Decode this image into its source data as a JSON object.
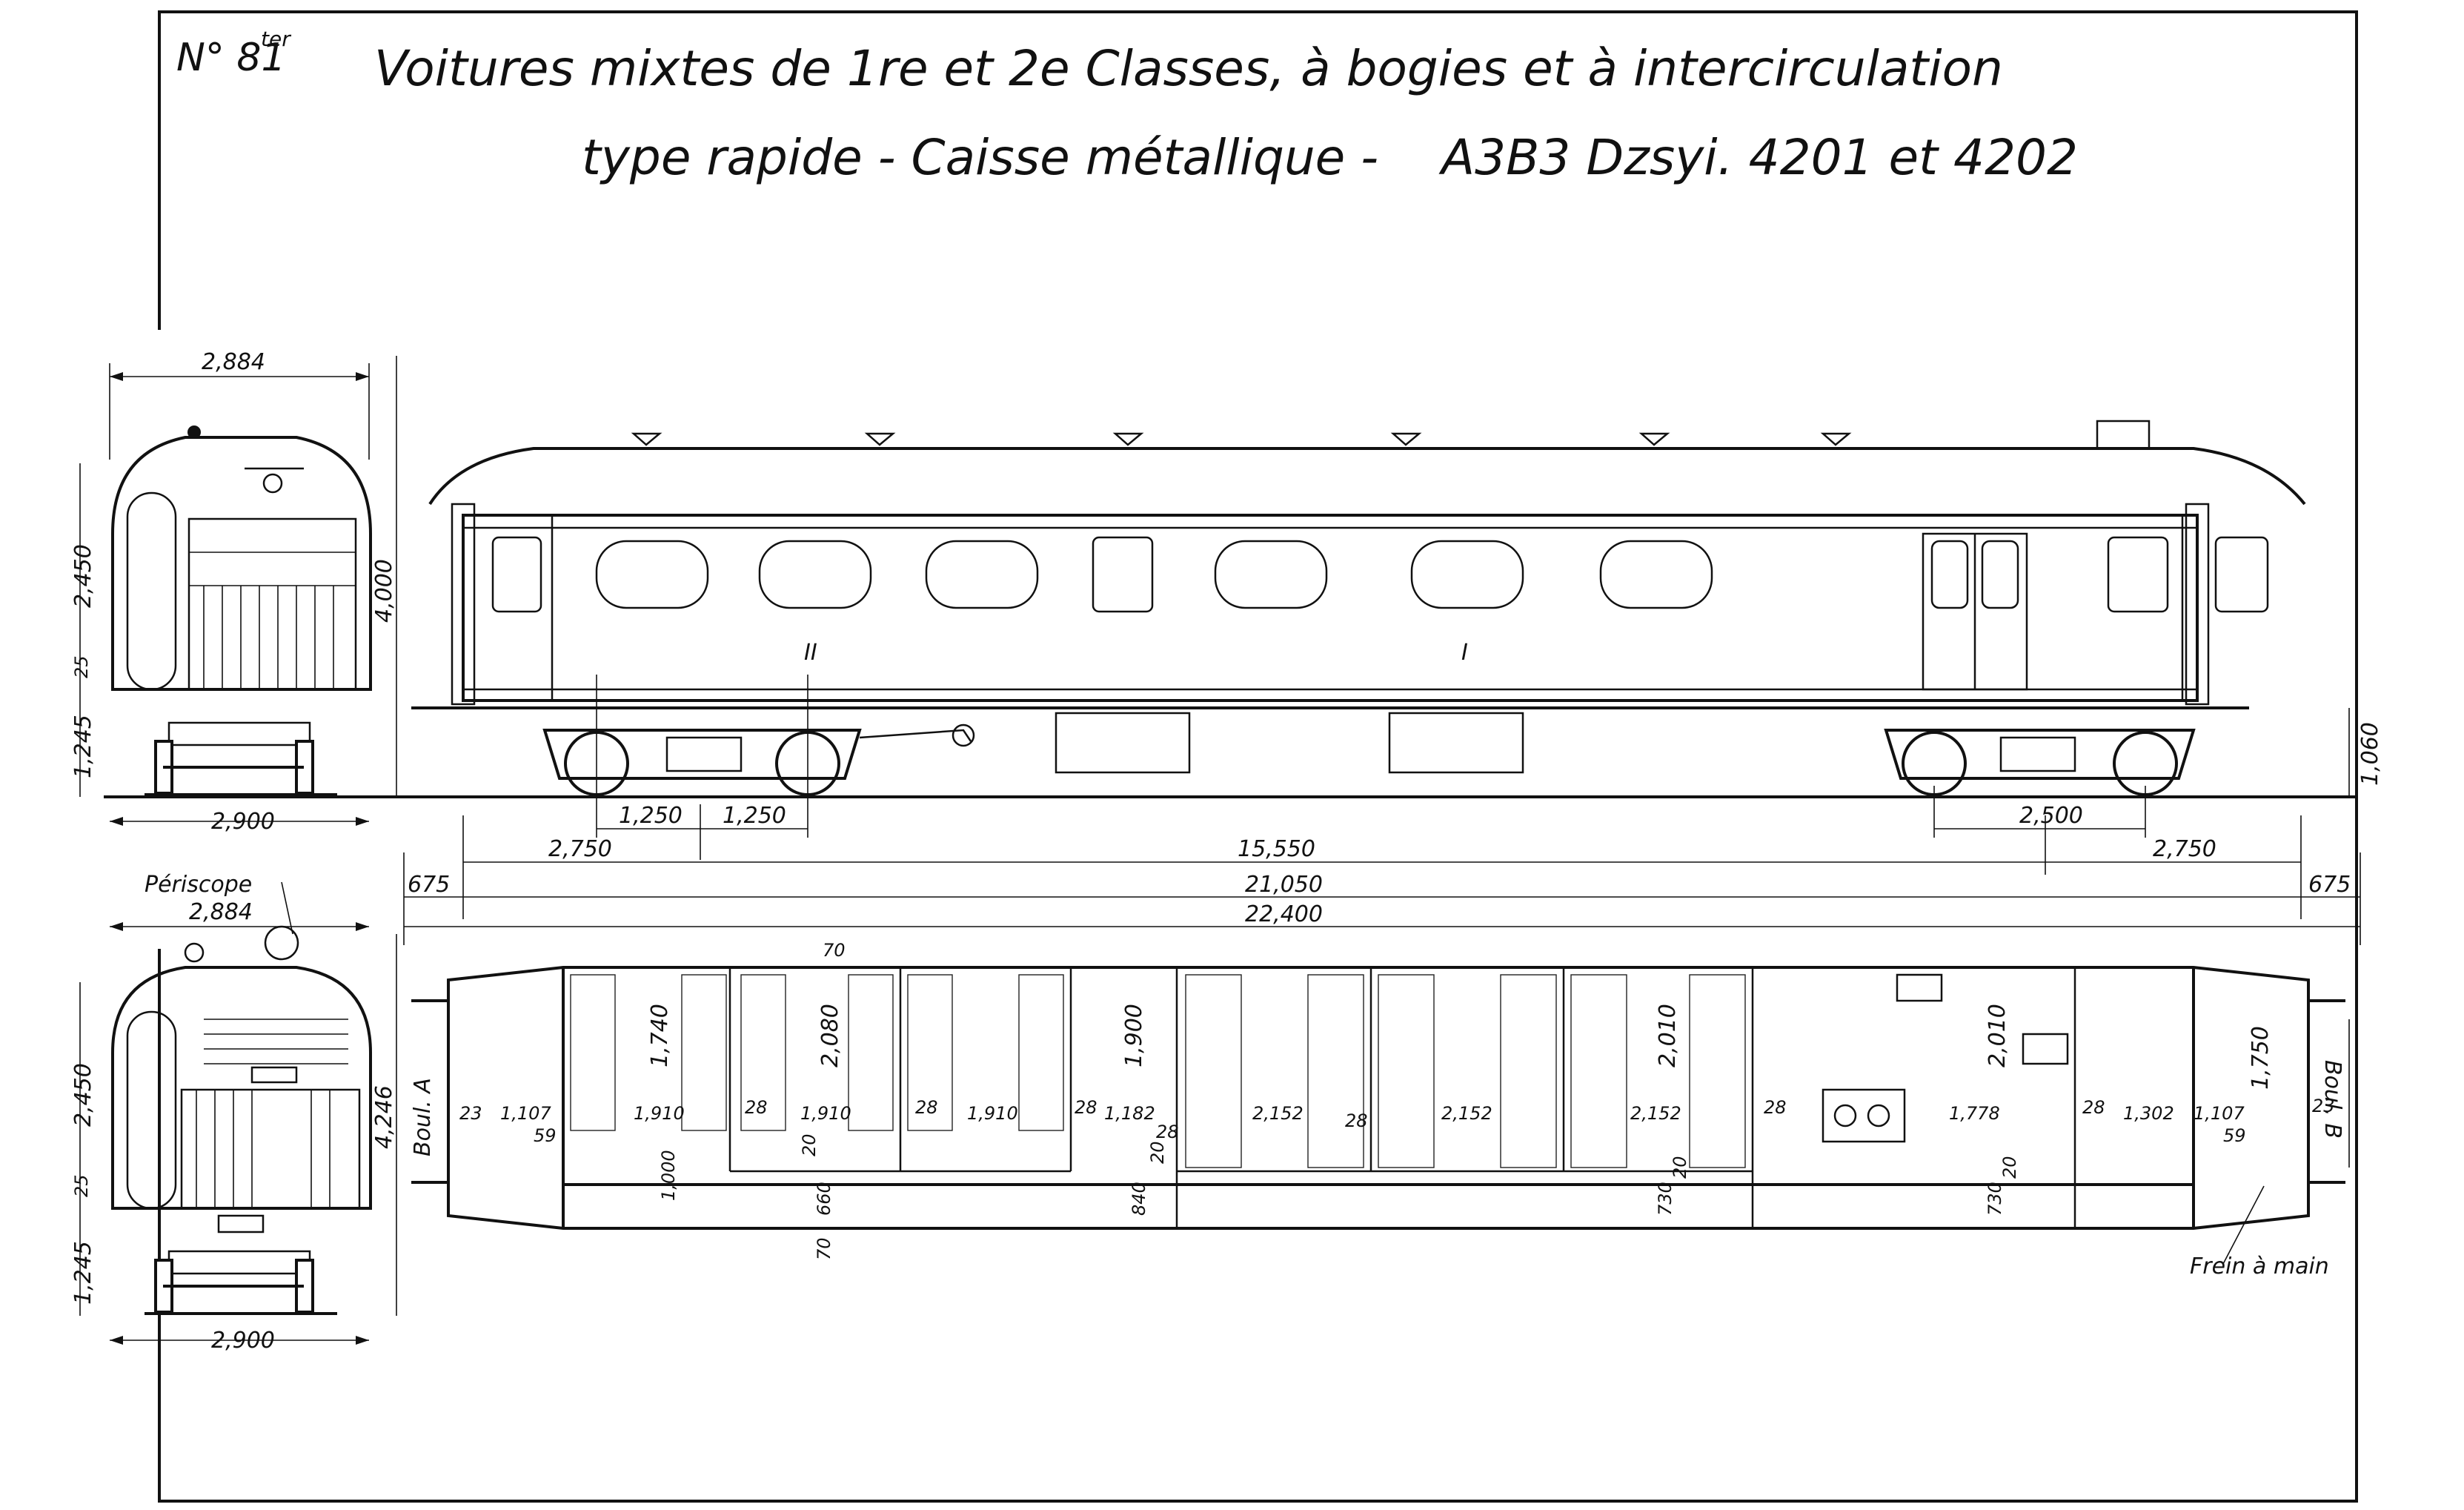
{
  "sheet": {
    "plate_number": "N° 81",
    "plate_suffix": "ter",
    "title_line1": "Voitures mixtes de 1re et 2e Classes, à bogies et à intercirculation",
    "title_line2": "type rapide - Caisse métallique -",
    "designation": "A3B3 Dzsyi. 4201 et 4202"
  },
  "end_view_top": {
    "width_top": "2,884",
    "width_bottom": "2,900",
    "height_body": "2,450",
    "height_gap": "25",
    "height_under": "1,245",
    "height_total": "4,000"
  },
  "end_view_bottom": {
    "periscope_label": "Périscope",
    "width_top": "2,884",
    "width_bottom": "2,900",
    "height_body": "2,450",
    "height_gap": "25",
    "height_under": "1,245",
    "height_total": "4,246"
  },
  "elevation": {
    "class_marks": [
      "II",
      "I"
    ],
    "buffer_height": "1,060",
    "bogie_left_half1": "1,250",
    "bogie_left_half2": "1,250",
    "bogie_right": "2,500",
    "overhang_left": "2,750",
    "bogie_centres": "15,550",
    "overhang_right": "2,750",
    "buffer_left": "675",
    "body_length": "21,050",
    "buffer_right": "675",
    "overall_length": "22,400"
  },
  "plan": {
    "end_a_label": "Boul. A",
    "end_b_label": "Boul. B",
    "handbrake_label": "Frein à main",
    "top_dims": [
      "70"
    ],
    "compartments": [
      {
        "depth": "1,740",
        "width": "1,910"
      },
      {
        "depth": "2,080",
        "width": "1,910"
      },
      {
        "depth": "",
        "width": "1,910"
      },
      {
        "depth": "1,900",
        "width": "1,182"
      },
      {
        "depth": "",
        "width": "2,152"
      },
      {
        "depth": "",
        "width": "2,152"
      },
      {
        "depth": "2,010",
        "width": "2,152"
      },
      {
        "depth": "2,010",
        "width": "1,778"
      },
      {
        "depth": "1,750",
        "width": "1,302"
      }
    ],
    "small_dims": [
      "23",
      "59",
      "28",
      "28",
      "28",
      "28",
      "28",
      "28",
      "28",
      "20",
      "20",
      "20",
      "20",
      "59",
      "23"
    ],
    "left_end": {
      "vestibule": "1,107"
    },
    "right_end": {
      "vestibule": "1,107"
    },
    "corridor_dims": [
      "1,000",
      "660",
      "70",
      "840",
      "730",
      "730"
    ]
  },
  "colors": {
    "ink": "#111111",
    "paper": "#ffffff"
  }
}
